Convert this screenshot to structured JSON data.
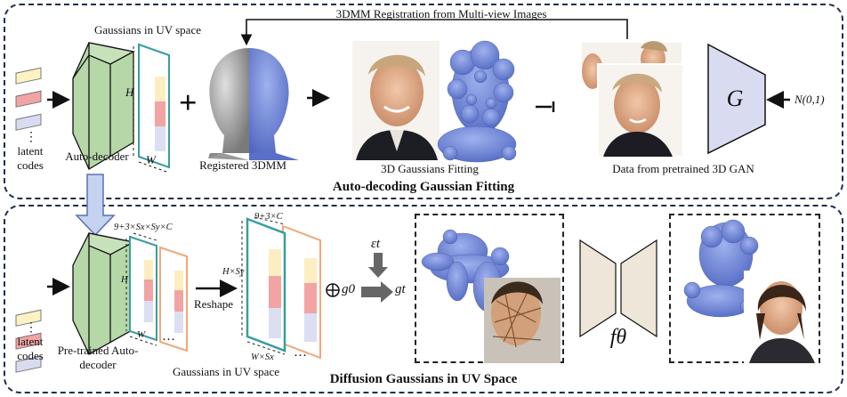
{
  "top": {
    "registration_label": "3DMM Registration from Multi-view Images",
    "uv_title": "Gaussians in UV space",
    "latent_codes": "latent codes",
    "auto_decoder": "Auto-decoder",
    "dim_h": "H",
    "dim_w": "W",
    "plus": "+",
    "registered_3dmm": "Registered 3DMM",
    "gaussians_fitting": "3D Gaussians Fitting",
    "pretrained_gan_data": "Data from pretrained 3D GAN",
    "generator": "G",
    "noise": "N(0,1)",
    "section_title": "Auto-decoding Gaussian Fitting"
  },
  "bottom": {
    "latent_codes": "latent codes",
    "pretrained_auto_decoder": "Pre-trained Auto-decoder",
    "channel_dims": "9+3×Sx×Sy×C",
    "dim_h": "H",
    "dim_w": "W",
    "dots": "…",
    "reshape": "Reshape",
    "reshaped_channels": "9+3×C",
    "reshaped_h": "H×Sy",
    "reshaped_w": "W×Sx",
    "uv_caption": "Gaussians in UV space",
    "epsilon": "εt",
    "g0": "g0",
    "gt": "gt",
    "denoiser": "fθ",
    "section_title": "Diffusion Gaussians in UV Space"
  },
  "colors": {
    "panel_border": "#1f2d4d",
    "decoder_fill": "#b6d7a8",
    "uv_teal": "#3a9d9d",
    "uv_orange": "#f0a878",
    "latent_yellow": "#fff2c2",
    "latent_red": "#f2a3a3",
    "latent_blue": "#d9dcf0",
    "gaussian_blue": "#6f87d8",
    "generator_fill": "#d9dcf0",
    "denoiser_fill": "#eee6d8"
  }
}
